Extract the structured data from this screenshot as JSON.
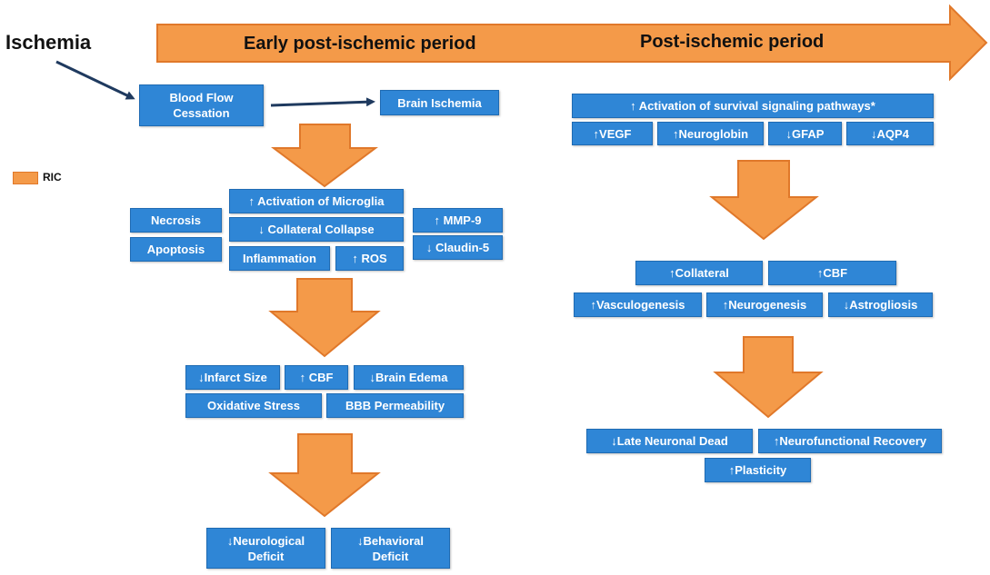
{
  "title": "Ischemia",
  "timeline": {
    "early": "Early post-ischemic period",
    "post": "Post-ischemic period"
  },
  "legend": {
    "label": "RIC"
  },
  "colors": {
    "box": "#2f86d6",
    "arrow": "#f49a49",
    "arrow_border": "#e0782a",
    "connector": "#1f3a5f"
  },
  "early": {
    "blood_flow": "Blood Flow\nCessation",
    "brain_ischemia": "Brain Ischemia",
    "microglia": "↑ Activation of Microglia",
    "collateral_collapse": "↓ Collateral Collapse",
    "inflammation": "Inflammation",
    "ros": "↑ ROS",
    "necrosis": "Necrosis",
    "apoptosis": "Apoptosis",
    "mmp9": "↑ MMP-9",
    "claudin5": "↓ Claudin-5",
    "infarct": "↓Infarct Size",
    "cbf": "↑ CBF",
    "edema": "↓Brain Edema",
    "oxidative": "Oxidative Stress",
    "bbb": "BBB Permeability",
    "neuro_deficit": "↓Neurological\nDeficit",
    "behav_deficit": "↓Behavioral\nDeficit"
  },
  "post": {
    "survival": "↑ Activation of survival signaling pathways*",
    "vegf": "↑VEGF",
    "neuroglobin": "↑Neuroglobin",
    "gfap": "↓GFAP",
    "aqp4": "↓AQP4",
    "collateral": "↑Collateral",
    "cbf": "↑CBF",
    "vasculogenesis": "↑Vasculogenesis",
    "neurogenesis": "↑Neurogenesis",
    "astrogliosis": "↓Astrogliosis",
    "late_dead": "↓Late Neuronal Dead",
    "recovery": "↑Neurofunctional Recovery",
    "plasticity": "↑Plasticity"
  }
}
